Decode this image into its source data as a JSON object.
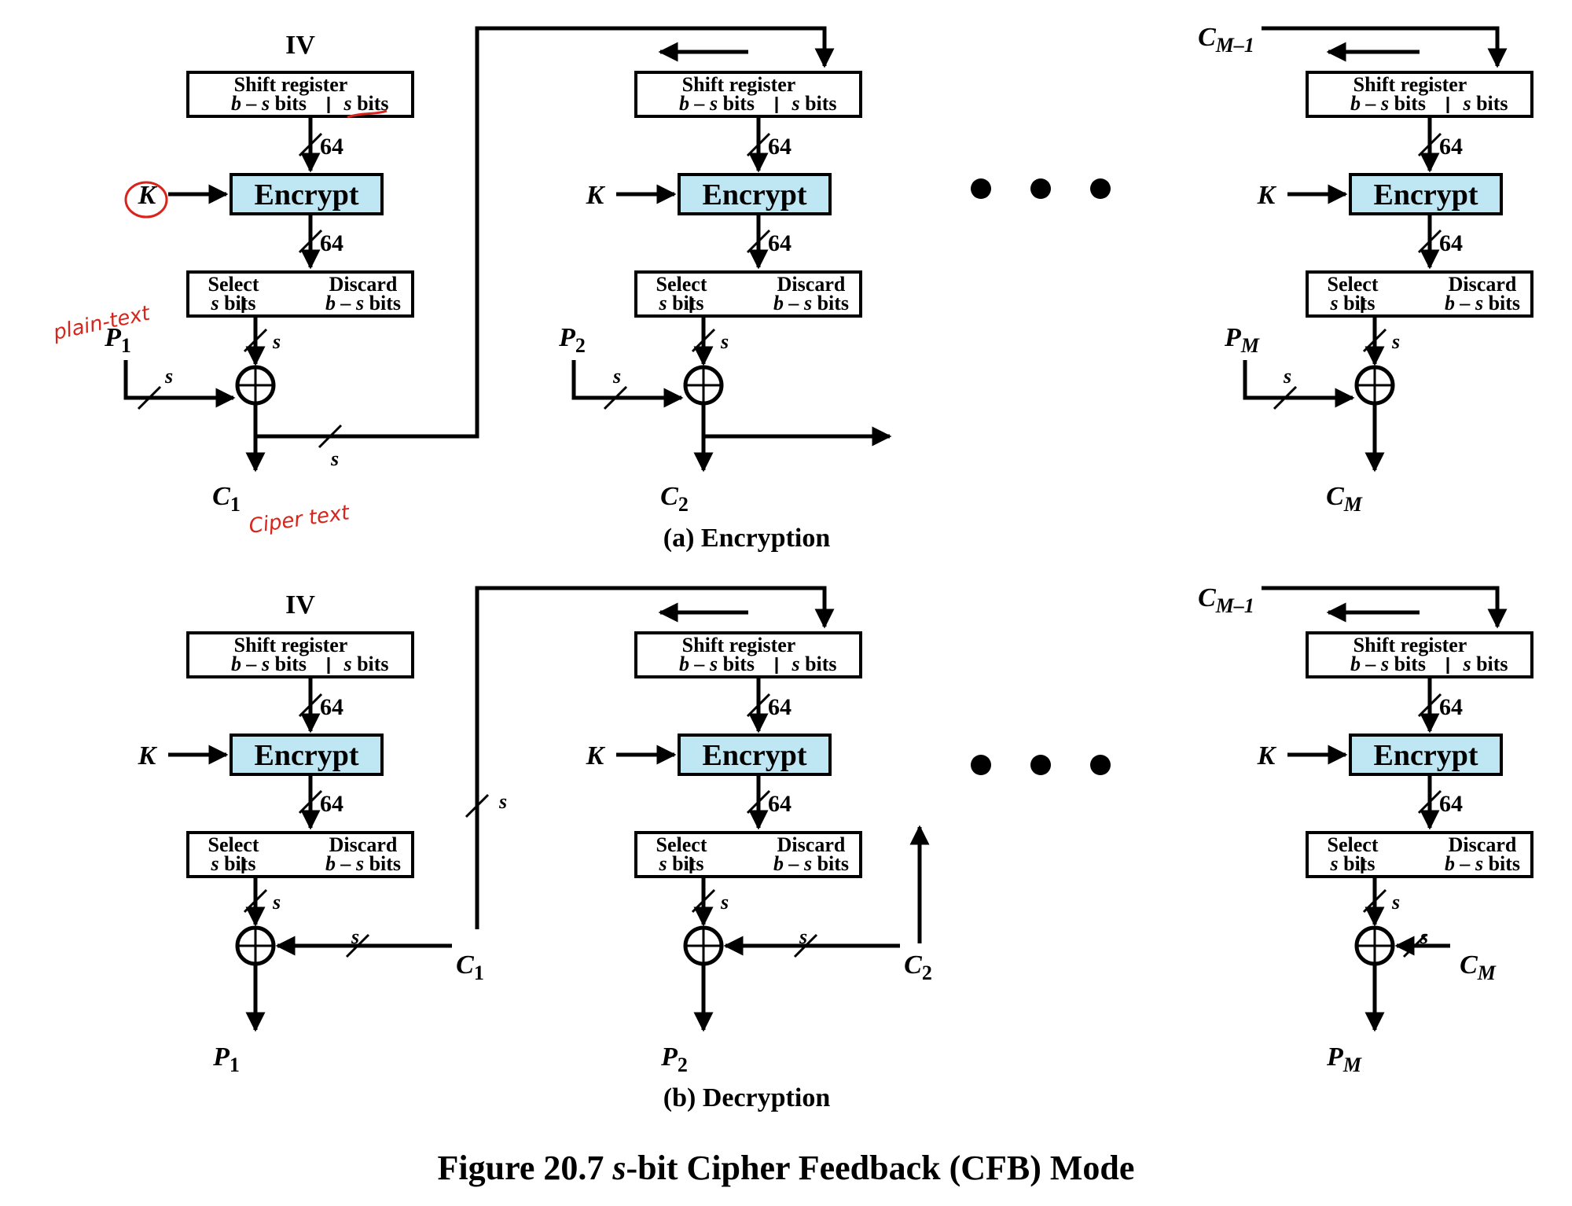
{
  "labels": {
    "iv": "IV",
    "shift_register": "Shift register",
    "b_minus_s": "b – s",
    "s_var": "s",
    "bits": " bits",
    "select": "Select",
    "discard": "Discard",
    "encrypt": "Encrypt",
    "bus_width": "64",
    "key": "K",
    "s": "s"
  },
  "symbols": {
    "c_prev_main": "C",
    "c_prev_sub": "M–1",
    "p_main": "P",
    "c_main": "C",
    "sub_1": "1",
    "sub_2": "2",
    "sub_M": "M"
  },
  "captions": {
    "encryption": "(a) Encryption",
    "decryption": "(b) Decryption"
  },
  "figure_title": {
    "prefix": "Figure 20.7  ",
    "s": "s",
    "rest": "-bit Cipher Feedback (CFB) Mode"
  },
  "annotations": {
    "plaintext": "plain-text",
    "ciphertext": "Ciper text"
  }
}
